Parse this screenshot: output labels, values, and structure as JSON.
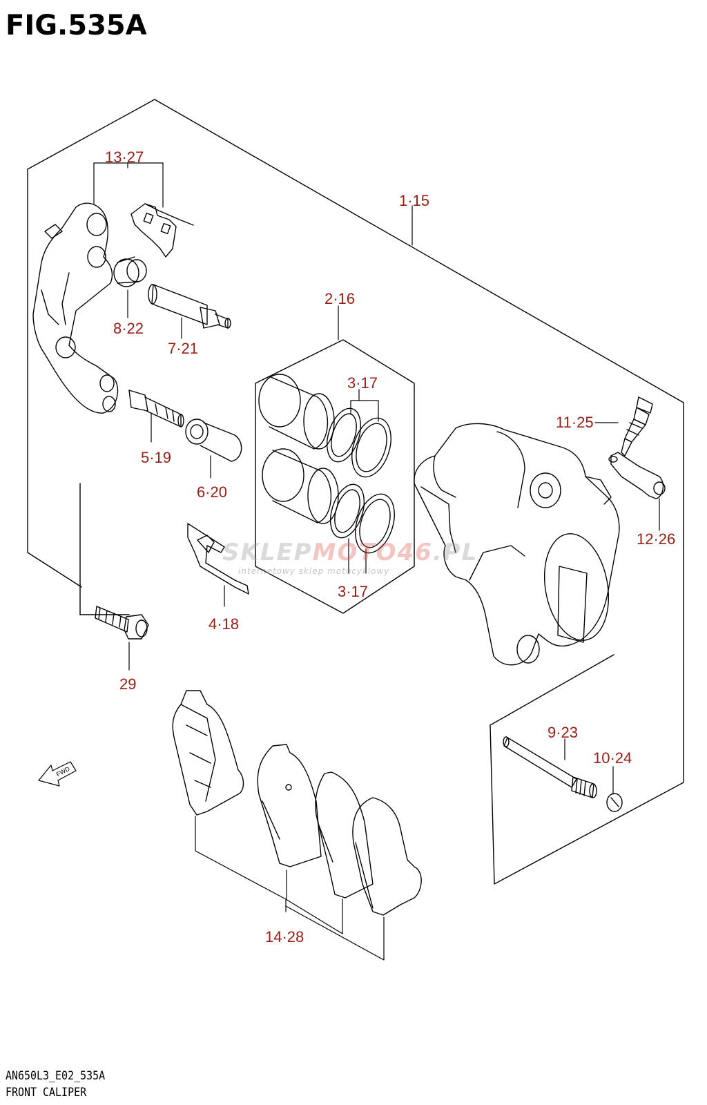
{
  "figure": {
    "title": "FIG.535A",
    "model_code": "AN650L3_E02_535A",
    "name": "FRONT CALIPER"
  },
  "watermark": {
    "brand_a": "SKLEP",
    "brand_b": "MOTO46",
    "brand_c": ".PL",
    "tagline": "internetowy sklep motocyklowy"
  },
  "icons": {
    "forward_arrow": "fwd-arrow-icon",
    "forward_text": "FWD"
  },
  "parts": [
    {
      "id": "p13",
      "label": "13·27",
      "name": "pad-spring"
    },
    {
      "id": "p1",
      "label": "1·15",
      "name": "caliper-assy"
    },
    {
      "id": "p2",
      "label": "2·16",
      "name": "piston-set"
    },
    {
      "id": "p8",
      "label": "8·22",
      "name": "boot"
    },
    {
      "id": "p7",
      "label": "7·21",
      "name": "slide-pin"
    },
    {
      "id": "p3a",
      "label": "3·17",
      "name": "seal-set-upper"
    },
    {
      "id": "p11",
      "label": "11·25",
      "name": "bleeder-valve"
    },
    {
      "id": "p5",
      "label": "5·19",
      "name": "caliper-pin"
    },
    {
      "id": "p6",
      "label": "6·20",
      "name": "boot-small"
    },
    {
      "id": "p12",
      "label": "12·26",
      "name": "bleeder-cap"
    },
    {
      "id": "p3b",
      "label": "3·17",
      "name": "seal-set-lower"
    },
    {
      "id": "p4",
      "label": "4·18",
      "name": "pad-clip"
    },
    {
      "id": "p29",
      "label": "29",
      "name": "bolt"
    },
    {
      "id": "p9",
      "label": "9·23",
      "name": "pad-mounting-pin"
    },
    {
      "id": "p10",
      "label": "10·24",
      "name": "plug"
    },
    {
      "id": "p14",
      "label": "14·28",
      "name": "pad-set"
    }
  ]
}
